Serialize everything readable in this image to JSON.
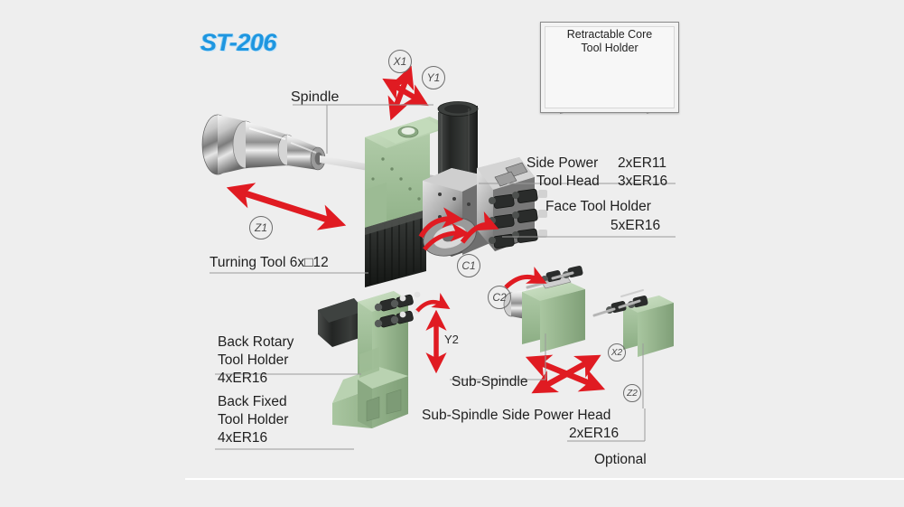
{
  "page": {
    "background": "#ececec",
    "panel_background": "#eeeeee",
    "title": "ST-206",
    "title_color": "#1e96e0"
  },
  "inset": {
    "caption_line1": "Retractable Core",
    "caption_line2": "Tool Holder"
  },
  "labels": {
    "spindle": "Spindle",
    "turning_tool": "Turning Tool 6x□12",
    "side_power_l1_name": "Side Power",
    "side_power_l1_spec": "2xER11",
    "side_power_l2_name": "Tool Head",
    "side_power_l2_spec": "3xER16",
    "face_tool_holder": "Face Tool Holder",
    "face_tool_holder_spec": "5xER16",
    "back_rotary_l1": "Back Rotary",
    "back_rotary_l2": "Tool Holder",
    "back_rotary_l3": "4xER16",
    "back_fixed_l1": "Back Fixed",
    "back_fixed_l2": "Tool Holder",
    "back_fixed_l3": "4xER16",
    "sub_spindle": "Sub-Spindle",
    "sub_spindle_head": "Sub-Spindle Side Power Head",
    "sub_spindle_head_spec": "2xER16",
    "optional": "Optional"
  },
  "axes": [
    {
      "name": "X1",
      "id": "axis-x1"
    },
    {
      "name": "Y1",
      "id": "axis-y1"
    },
    {
      "name": "Z1",
      "id": "axis-z1"
    },
    {
      "name": "C1",
      "id": "axis-c1"
    },
    {
      "name": "C2",
      "id": "axis-c2"
    },
    {
      "name": "Y2",
      "id": "axis-y2"
    },
    {
      "name": "X2",
      "id": "axis-x2"
    },
    {
      "name": "Z2",
      "id": "axis-z2"
    }
  ],
  "colors": {
    "machine_green": "#b4cfac",
    "machine_green_dark": "#8fae87",
    "machine_green_side": "#9dbd95",
    "motor_dark": "#2f3230",
    "metal_light": "#e3e3e3",
    "metal_mid": "#b3b3b3",
    "metal_dark": "#6e6e6e",
    "arrow_red": "#e01b22",
    "label_text": "#1f1f1f",
    "leader_line": "#9a9a9a"
  }
}
